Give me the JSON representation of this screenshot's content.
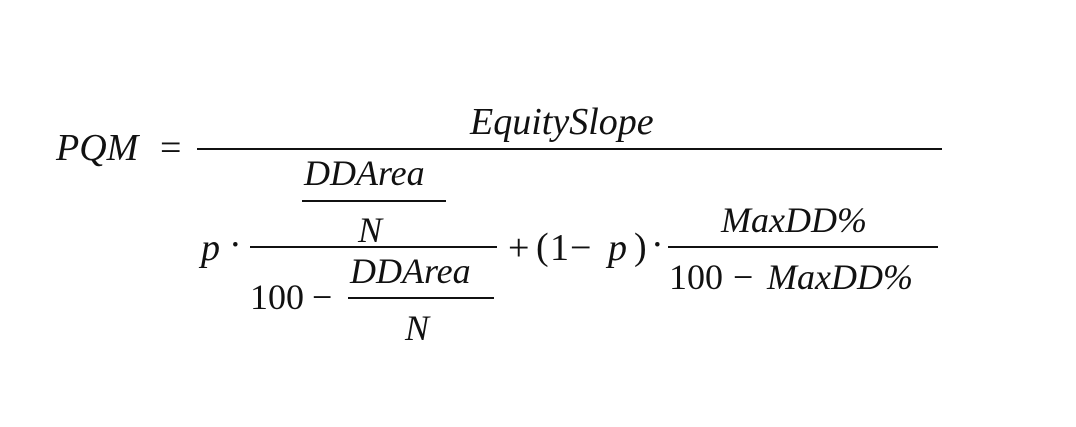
{
  "formula": {
    "lhs": "PQM",
    "equals": "=",
    "numerator": "EquitySlope",
    "denominator": {
      "p": "p",
      "dot1": "·",
      "left_fraction": {
        "inner_numerator": "DDArea",
        "inner_denominator": "N",
        "lower_const": "100",
        "lower_minus": "−",
        "lower_fraction_numerator": "DDArea",
        "lower_fraction_denominator": "N"
      },
      "plus": "+",
      "open_paren": "(",
      "one": "1",
      "minus": "−",
      "p2": "p",
      "close_paren": ")",
      "dot2": "·",
      "right_fraction": {
        "numerator": "MaxDD%",
        "denominator_const": "100",
        "denominator_minus": "−",
        "denominator_term": "MaxDD%"
      }
    }
  }
}
